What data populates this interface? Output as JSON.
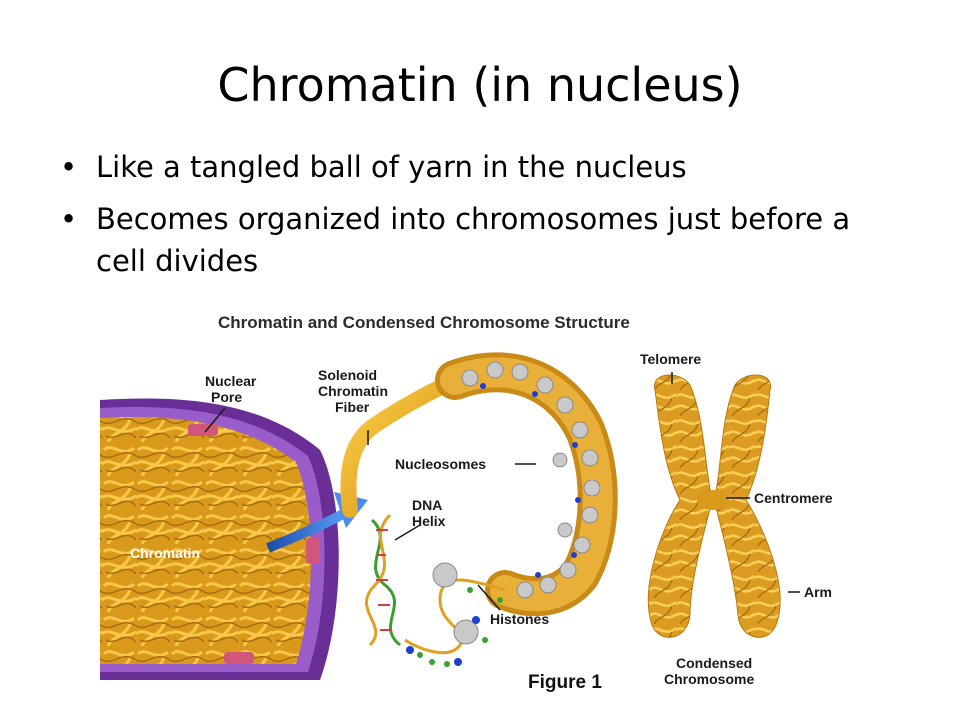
{
  "slide": {
    "title": "Chromatin (in nucleus)",
    "bullets": [
      "Like a tangled ball of yarn in the nucleus",
      "Becomes organized into chromosomes just before a cell divides"
    ]
  },
  "figure": {
    "title": "Chromatin and Condensed Chromosome Structure",
    "caption": "Figure 1",
    "labels": {
      "nuclear_pore": [
        "Nuclear",
        "Pore"
      ],
      "chromatin": "Chromatin",
      "solenoid": [
        "Solenoid",
        "Chromatin",
        "Fiber"
      ],
      "nucleosomes": "Nucleosomes",
      "dna_helix": [
        "DNA",
        "Helix"
      ],
      "histones": "Histones",
      "telomere": "Telomere",
      "centromere": "Centromere",
      "arm": "Arm",
      "condensed": [
        "Condensed",
        "Chromosome"
      ]
    }
  },
  "colors": {
    "nucleus_membrane": "#7b3fa8",
    "chromatin_fiber": "#e0a020",
    "arrow": "#2f6fd6",
    "histone": "#c8c8c8",
    "dna_green": "#3aa030"
  }
}
